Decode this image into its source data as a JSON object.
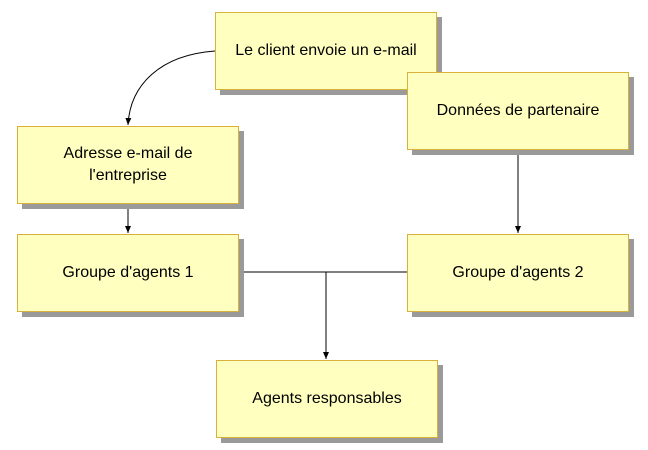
{
  "diagram": {
    "nodes": {
      "client": {
        "label": "Le client envoie un e-mail"
      },
      "partner": {
        "label": "Données de partenaire"
      },
      "address": {
        "label_line1": "Adresse e-mail de",
        "label_line2": "l'entreprise"
      },
      "group1": {
        "label": "Groupe d'agents 1"
      },
      "group2": {
        "label": "Groupe d'agents 2"
      },
      "responsible": {
        "label": "Agents responsables"
      }
    },
    "colors": {
      "box_fill": "#ffffc0",
      "box_border": "#d8b13a",
      "shadow": "#9a9a9a",
      "connector": "#000000"
    }
  }
}
